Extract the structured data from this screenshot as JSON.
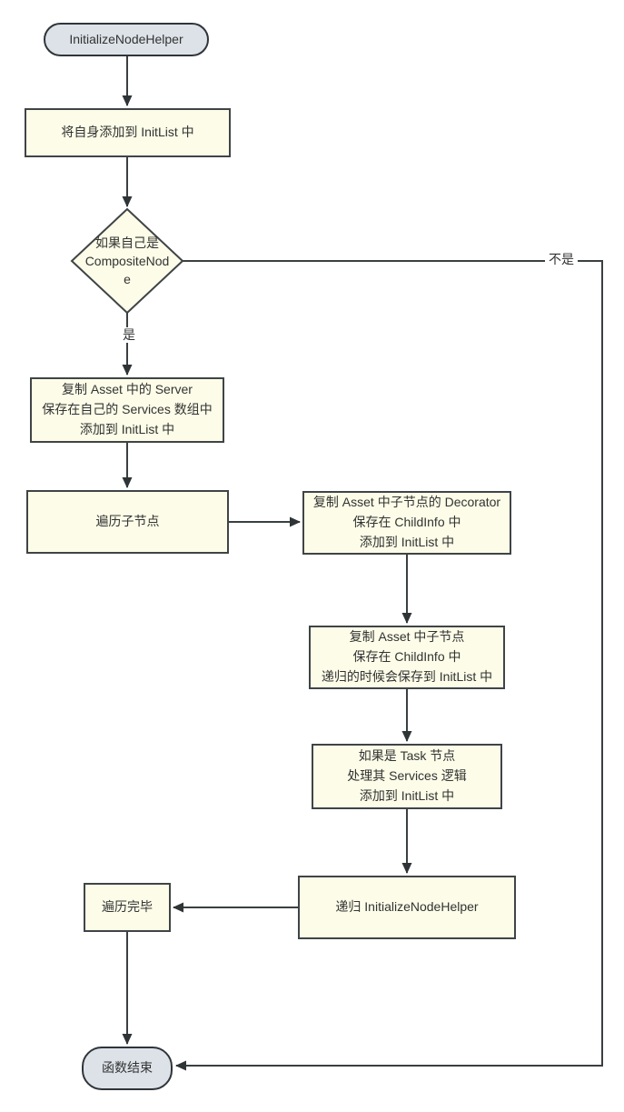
{
  "diagram": {
    "colors": {
      "node_fill": "#FCFCE8",
      "node_border": "#3F4446",
      "terminal_fill": "#DCE2E8",
      "terminal_border": "#2F3538",
      "line": "#3A3F41",
      "text": "#333333",
      "background": "#FFFFFF"
    },
    "nodes": {
      "start": {
        "type": "terminal",
        "label": "InitializeNodeHelper"
      },
      "add_self": {
        "type": "process",
        "label": "将自身添加到 InitList 中"
      },
      "is_composite": {
        "type": "decision",
        "label": "如果自己是\nCompositeNod\ne"
      },
      "copy_server": {
        "type": "process",
        "label": "复制 Asset 中的 Server\n保存在自己的 Services 数组中\n添加到 InitList 中"
      },
      "iterate_children": {
        "type": "process",
        "label": "遍历子节点"
      },
      "copy_decorator": {
        "type": "process",
        "label": "复制 Asset 中子节点的 Decorator\n保存在 ChildInfo 中\n添加到 InitList 中"
      },
      "copy_child": {
        "type": "process",
        "label": "复制 Asset 中子节点\n保存在 ChildInfo 中\n递归的时候会保存到 InitList 中"
      },
      "task_services": {
        "type": "process",
        "label": "如果是 Task 节点\n处理其 Services 逻辑\n添加到 InitList 中"
      },
      "recurse": {
        "type": "process",
        "label": "递归 InitializeNodeHelper"
      },
      "iterate_done": {
        "type": "process",
        "label": "遍历完毕"
      },
      "end": {
        "type": "terminal",
        "label": "函数结束"
      }
    },
    "edge_labels": {
      "yes": "是",
      "no": "不是"
    }
  }
}
